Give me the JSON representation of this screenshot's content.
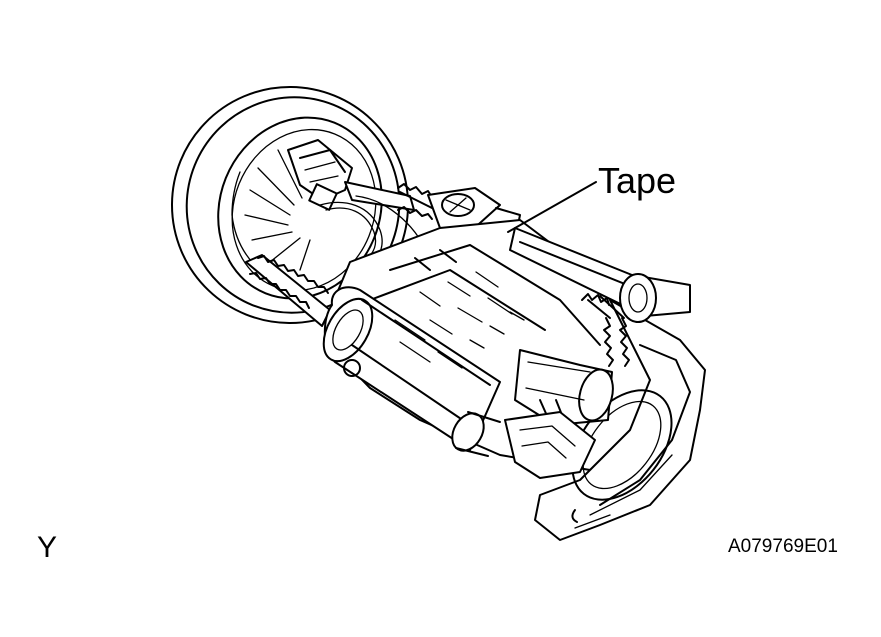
{
  "callouts": {
    "tape": "Tape"
  },
  "corner_mark": "Y",
  "figure_code": "A079769E01",
  "colors": {
    "line": "#000000",
    "background": "#ffffff"
  }
}
